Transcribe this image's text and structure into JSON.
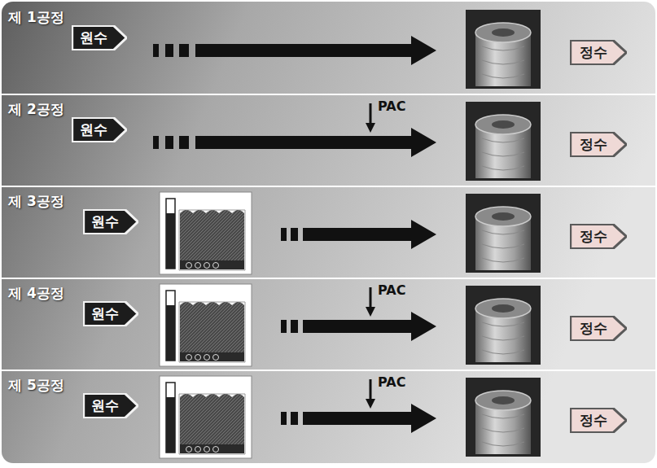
{
  "diagram": {
    "nodes": [
      {
        "text": [
          "제 1공정"
        ]
      },
      {
        "text": [
          "원수"
        ],
        "in": 0
      },
      {
        "text": [
          "정수"
        ],
        "in": 0
      },
      {
        "text": [
          "제 2공정"
        ]
      },
      {
        "text": [
          "원수"
        ],
        "in": 3
      },
      {
        "text": [
          "정수"
        ],
        "in": 3
      },
      {
        "text": [
          "제 3공정"
        ]
      },
      {
        "text": [
          "원수"
        ],
        "in": 6
      },
      {
        "text": [
          "정수"
        ],
        "in": 6
      },
      {
        "text": [
          "제 4공정"
        ]
      },
      {
        "text": [
          "원수"
        ],
        "in": 9
      },
      {
        "text": [
          "정수"
        ],
        "in": 9
      },
      {
        "text": [
          "제 5공정"
        ]
      },
      {
        "text": [
          "원수"
        ],
        "in": 12
      },
      {
        "text": [
          "정수"
        ],
        "in": 12
      }
    ],
    "labels": [
      "PAC",
      "PAC",
      "PAC"
    ]
  }
}
